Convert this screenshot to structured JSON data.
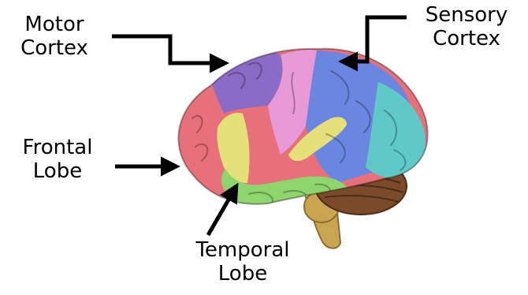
{
  "labels": {
    "motor": {
      "line1": "Motor",
      "line2": "Cortex"
    },
    "sensory": {
      "line1": "Sensory",
      "line2": "Cortex"
    },
    "frontal": {
      "line1": "Frontal",
      "line2": "Lobe"
    },
    "temporal": {
      "line1": "Temporal",
      "line2": "Lobe"
    }
  },
  "colors": {
    "frontal": "#e8707a",
    "motor": "#8a6bc6",
    "sensory": "#6a86e0",
    "parietal_pink": "#e79ad6",
    "occipital": "#5ec9c7",
    "temporal": "#8ed56e",
    "association": "#e6e07a",
    "cerebellum": "#7a4a2a",
    "brainstem": "#c9a552",
    "arrow": "#000000"
  }
}
